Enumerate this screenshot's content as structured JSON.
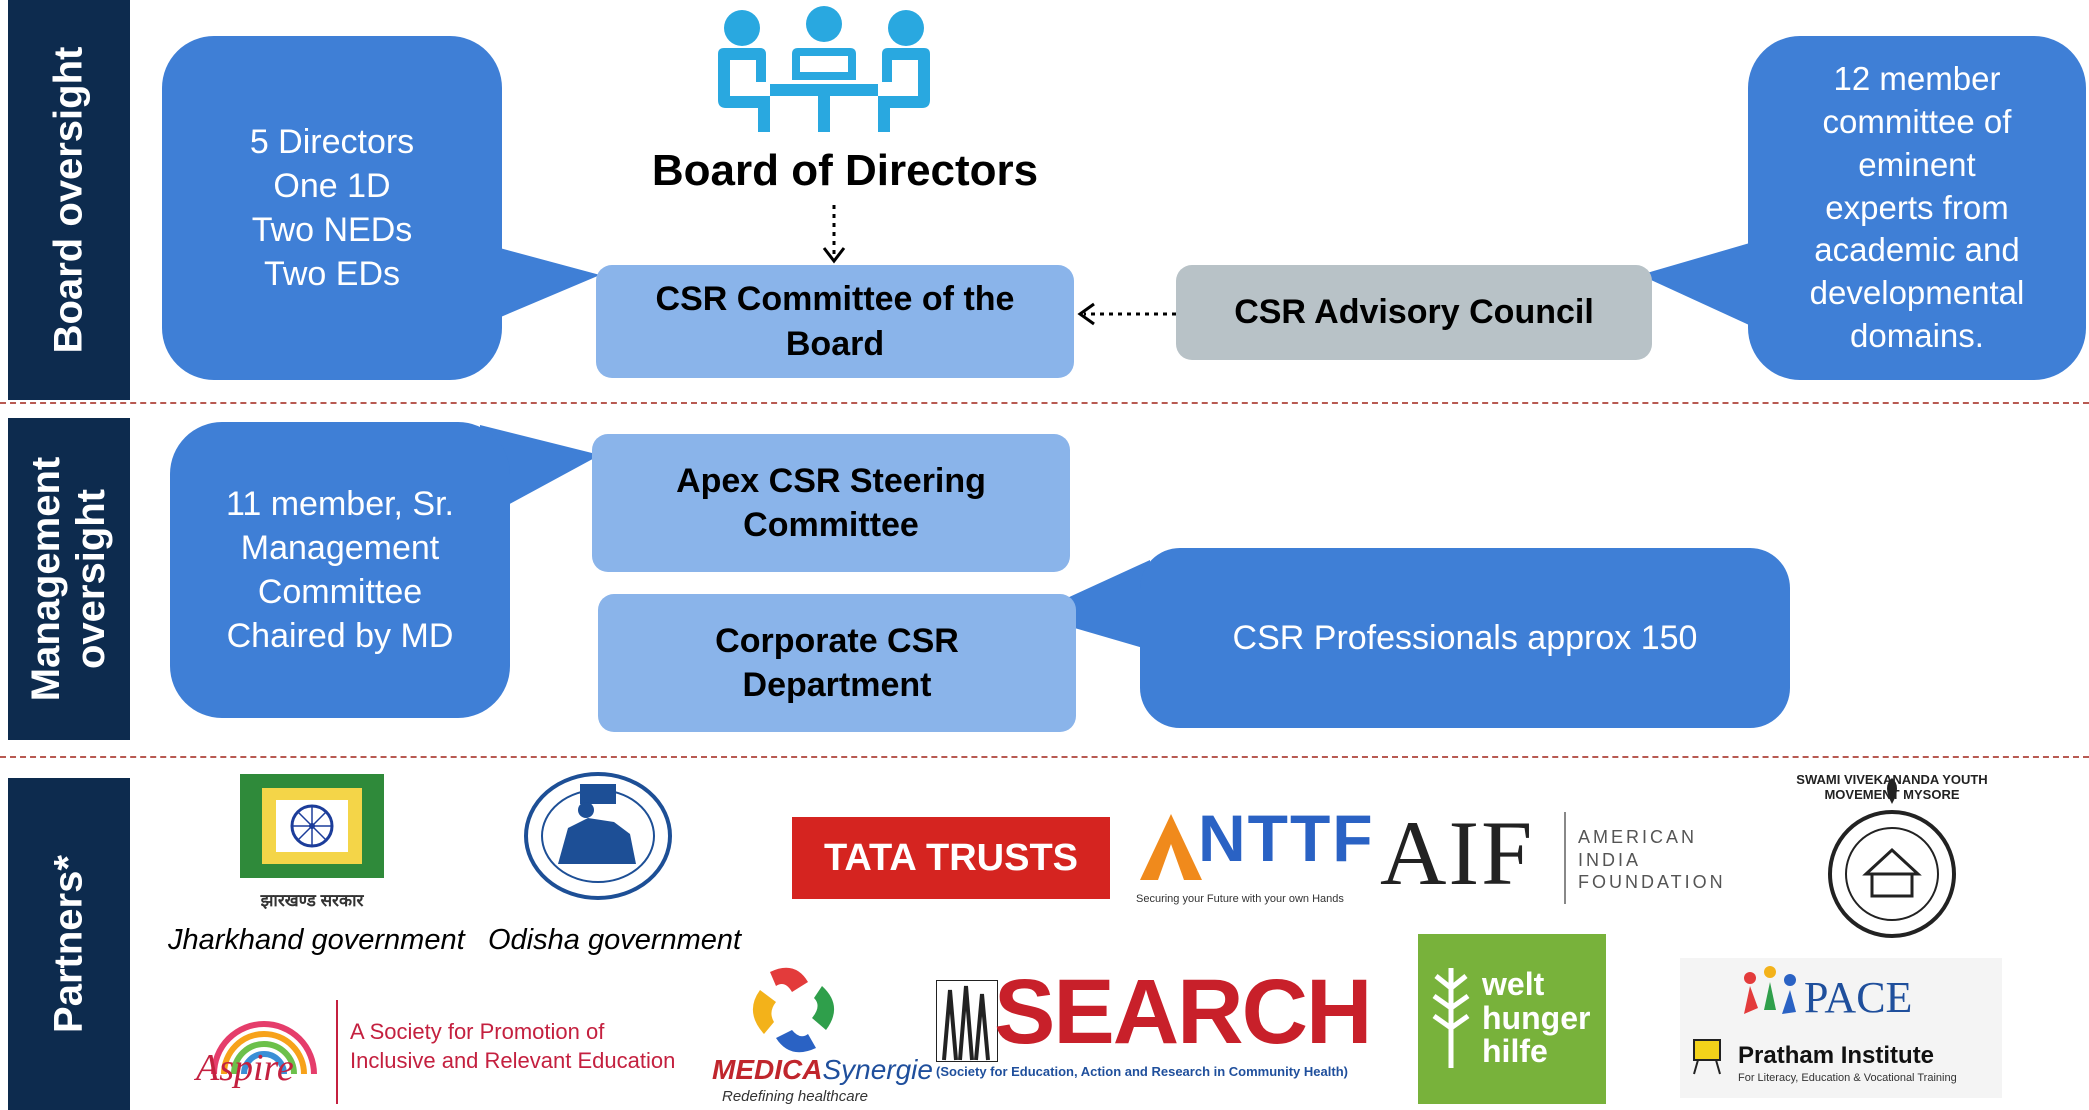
{
  "sections": {
    "board": "Board oversight",
    "management": "Management oversight",
    "partners": "Partners*"
  },
  "board": {
    "title": "Board of Directors",
    "icon": "meeting-table-icon",
    "directors_bubble": "5 Directors\nOne 1D\nTwo NEDs\nTwo EDs",
    "csr_committee": "CSR Committee of the\nBoard",
    "advisory_council": "CSR Advisory Council",
    "advisory_bubble": "12 member\ncommittee of\neminent\nexperts from\nacademic and\ndevelopmental\ndomains."
  },
  "management": {
    "sr_mgmt_bubble": "11 member, Sr.\nManagement\nCommittee\nChaired by MD",
    "apex": "Apex CSR Steering\nCommittee",
    "corporate": "Corporate CSR\nDepartment",
    "professionals_bubble": "CSR Professionals approx 150"
  },
  "partners": {
    "jharkhand_caption": "Jharkhand government",
    "odisha_caption": "Odisha government",
    "jharkhand_seal_text": "झारखण्ड सरकार",
    "tata": "TATA TRUSTS",
    "nttf_name": "NTTF",
    "nttf_tagline": "Securing your Future with your own Hands",
    "aif_short": "AIF",
    "aif_full": "AMERICAN\nINDIA\nFOUNDATION",
    "svym_ring": "SWAMI VIVEKANANDA YOUTH MOVEMENT MYSORE",
    "aspire_name": "Aspire",
    "aspire_tagline": "A Society for Promotion of\nInclusive and Relevant Education",
    "medica_name_1": "MEDICA",
    "medica_name_2": "Synergie",
    "medica_tagline": "Redefining healthcare",
    "search_name": "SEARCH",
    "search_tagline": "(Society for Education, Action and Research in Community Health)",
    "welt": "welt\nhunger\nhilfe",
    "pace": "PACE",
    "pratham": "Pratham Institute",
    "pratham_tagline": "For Literacy, Education & Vocational Training"
  },
  "colors": {
    "sidebar": "#0d2b4e",
    "bubble": "#3f7fd6",
    "box": "#8ab4ea",
    "grey_box": "#b8c2c7",
    "icon": "#29a8e0",
    "divider": "#b85a52"
  }
}
